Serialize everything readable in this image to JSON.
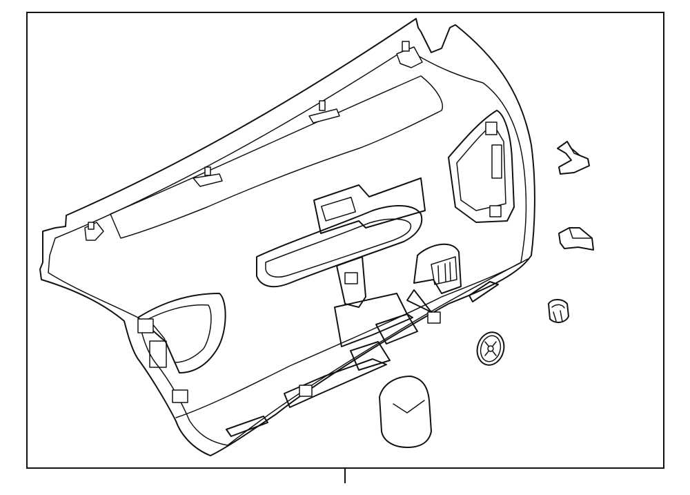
{
  "diagram": {
    "frame_color": "#111111",
    "background": "#ffffff",
    "parts": [
      {
        "name": "liftgate-trim-panel"
      },
      {
        "name": "bracket-clip"
      },
      {
        "name": "retainer-clip"
      },
      {
        "name": "push-pin-fastener"
      },
      {
        "name": "round-cover-cap"
      },
      {
        "name": "access-cover-lid"
      }
    ]
  }
}
